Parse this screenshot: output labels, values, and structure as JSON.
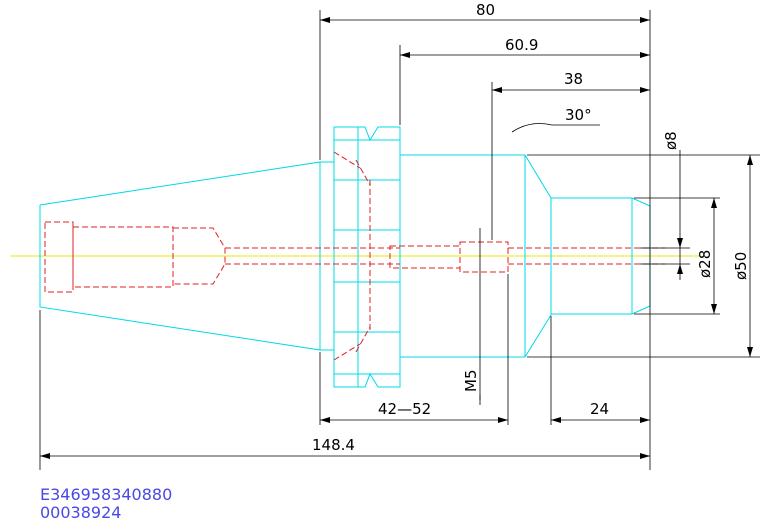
{
  "dimensions": {
    "len_total_80": "80",
    "len_60_9": "60.9",
    "len_38": "38",
    "angle_30": "30°",
    "dia_8": "ø8",
    "dia_28": "ø28",
    "dia_50": "ø50",
    "thread_m5": "M5",
    "range_42_52": "42—52",
    "len_24": "24",
    "len_148_4": "148.4"
  },
  "codes": {
    "line1": "E346958340880",
    "line2": "00038924"
  },
  "colors": {
    "outline": "#00d8e8",
    "hidden": "#e02020",
    "centerline": "#e8e800",
    "dimension": "#000000",
    "code_text": "#4848e8"
  }
}
